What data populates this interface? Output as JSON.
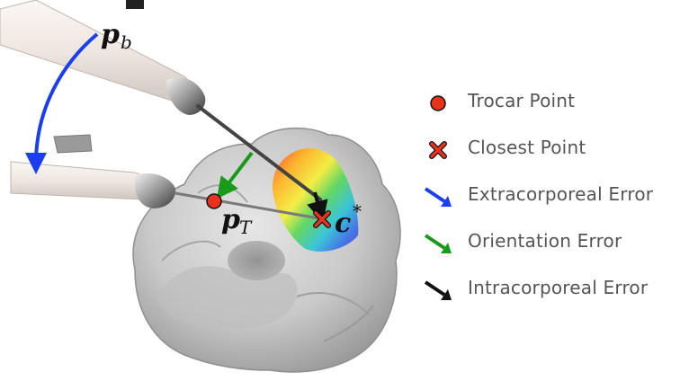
{
  "labels": {
    "base_point": "p",
    "base_point_sub": "b",
    "trocar_point": "p",
    "trocar_point_sub": "T",
    "closest_point": "c",
    "closest_point_sup": "*"
  },
  "legend": [
    {
      "symbol": "red-dot-icon",
      "label": "Trocar Point",
      "color": "#e8321c"
    },
    {
      "symbol": "red-cross-icon",
      "label": "Closest Point",
      "color": "#e8321c"
    },
    {
      "symbol": "blue-arrow-icon",
      "label": "Extracorporeal Error",
      "color": "#1a3ef0"
    },
    {
      "symbol": "green-arrow-icon",
      "label": "Orientation Error",
      "color": "#1a9a1a"
    },
    {
      "symbol": "black-arrow-icon",
      "label": "Intracorporeal Error",
      "color": "#111111"
    }
  ],
  "colors": {
    "anatomy": "#c8c8c8",
    "instrument_body": "#f1ebe6",
    "shaft": "#5a5a5a"
  }
}
